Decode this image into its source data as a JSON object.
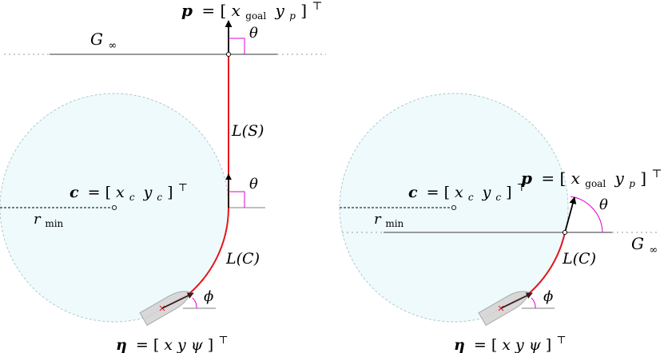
{
  "diagrams": [
    {
      "id": "left",
      "labels": {
        "goal_p": "p",
        "goal_eq": "= [",
        "goal_x": "x",
        "goal_xsub": "goal",
        "goal_y": "y",
        "goal_ysub": "p",
        "goal_close": "]",
        "goal_T": "⊤",
        "line_G": "G",
        "line_Gsub": "∞",
        "theta_top": "θ",
        "theta_mid": "θ",
        "LS": "L(S)",
        "LC": "L(C)",
        "c_bold": "c",
        "c_eq": "= [",
        "c_x": "x",
        "c_xsub": "c",
        "c_y": "y",
        "c_ysub": "c",
        "c_close": "]",
        "c_T": "⊤",
        "rmin": "r",
        "rmin_sub": "min",
        "phi": "ϕ",
        "eta_bold": "η",
        "eta_eq": "= [",
        "eta_vars": "x y ψ",
        "eta_close": "]",
        "eta_T": "⊤"
      }
    },
    {
      "id": "right",
      "labels": {
        "goal_p": "p",
        "goal_eq": "= [",
        "goal_x": "x",
        "goal_xsub": "goal",
        "goal_y": "y",
        "goal_ysub": "p",
        "goal_close": "]",
        "goal_T": "⊤",
        "theta": "θ",
        "line_G": "G",
        "line_Gsub": "∞",
        "LC": "L(C)",
        "c_bold": "c",
        "c_eq": "= [",
        "c_x": "x",
        "c_xsub": "c",
        "c_y": "y",
        "c_ysub": "c",
        "c_close": "]",
        "c_T": "⊤",
        "rmin": "r",
        "rmin_sub": "min",
        "phi": "ϕ",
        "eta_bold": "η",
        "eta_eq": "= [",
        "eta_vars": "x y ψ",
        "eta_close": "]",
        "eta_T": "⊤"
      }
    }
  ],
  "colors": {
    "circle_fill": "#eefafc",
    "circle_stroke": "#a8c4c8",
    "path_red": "#e8141b",
    "angle_magenta": "#e000d0",
    "line_gray": "#9a9a9a",
    "dotted_gray": "#9a9a9a",
    "boat_fill": "#d8d8d8",
    "boat_stroke": "#a8a8a8",
    "boat_mark": "#e8141b",
    "arrow_black": "#000000",
    "heading_arrow": "#5a2a2a"
  }
}
